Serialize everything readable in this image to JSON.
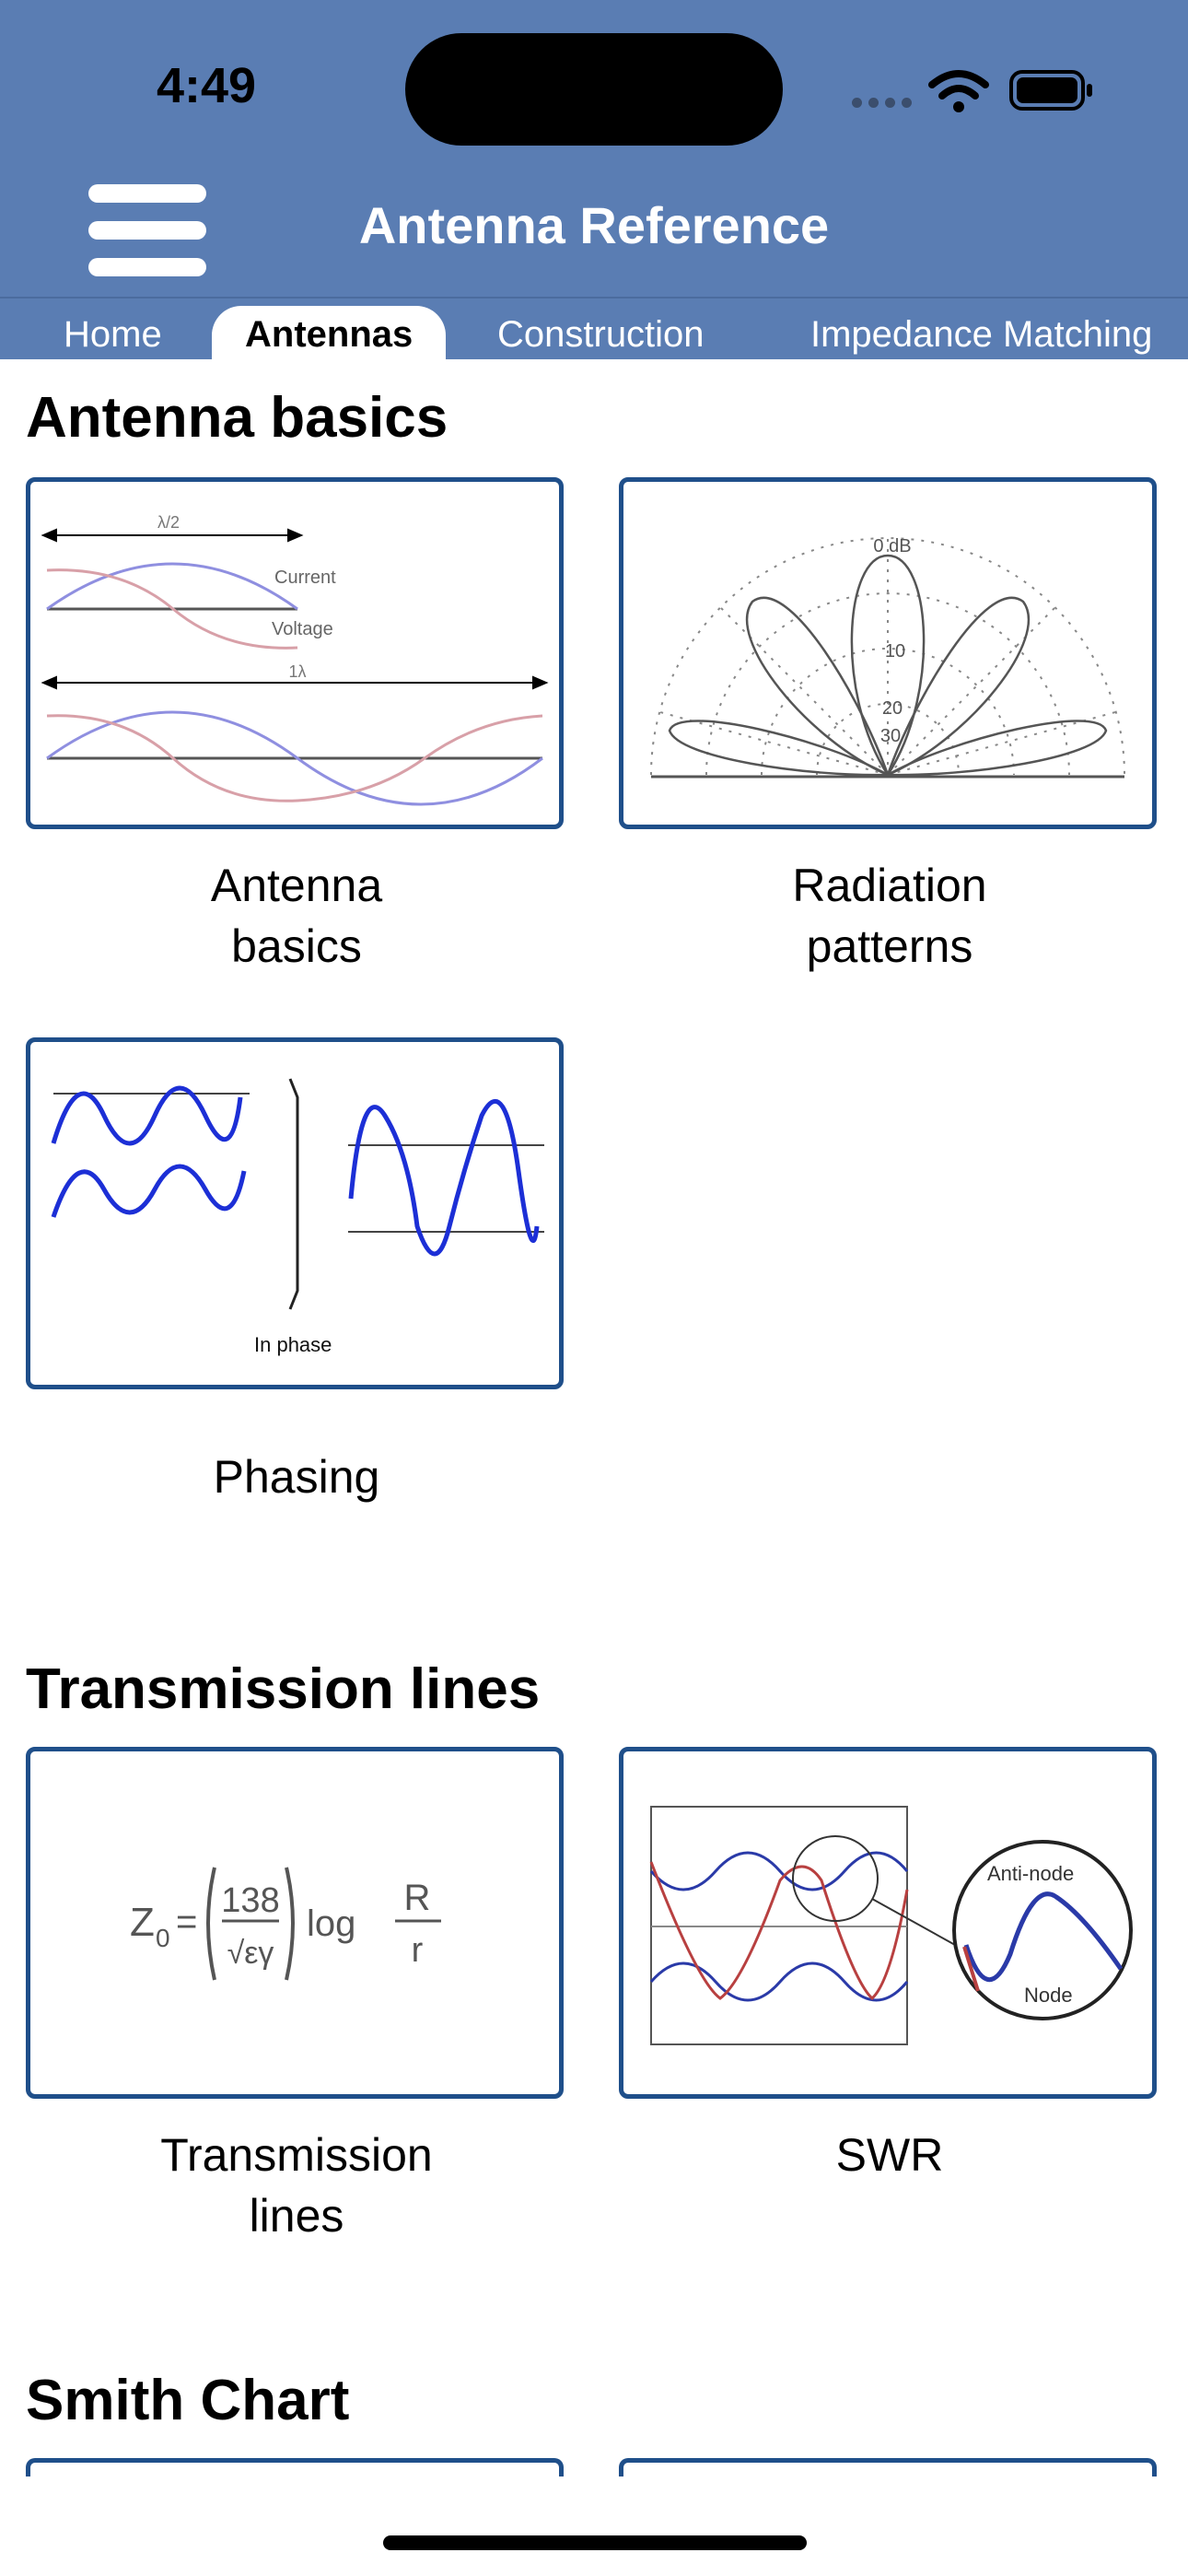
{
  "status_bar": {
    "time": "4:49"
  },
  "header": {
    "title": "Antenna Reference"
  },
  "tabs": [
    {
      "label": "Home",
      "active": false
    },
    {
      "label": "Antennas",
      "active": true
    },
    {
      "label": "Construction",
      "active": false
    },
    {
      "label": "Impedance Matching",
      "active": false
    }
  ],
  "sections": [
    {
      "title": "Antenna basics",
      "items": [
        {
          "caption_line1": "Antenna",
          "caption_line2": "basics",
          "image_labels": {
            "half_wave": "λ/2",
            "current": "Current",
            "voltage": "Voltage",
            "one_wave": "1λ"
          }
        },
        {
          "caption_line1": "Radiation",
          "caption_line2": "patterns",
          "image_labels": {
            "db0": "0 dB",
            "db10": "10",
            "db20": "20",
            "db30": "30"
          }
        },
        {
          "caption_line1": "Phasing",
          "caption_line2": "",
          "image_labels": {
            "in_phase": "In phase"
          }
        }
      ]
    },
    {
      "title": "Transmission lines",
      "items": [
        {
          "caption_line1": "Transmission",
          "caption_line2": "lines",
          "image_labels": {
            "formula_z": "Z",
            "formula_sub": "0",
            "formula_num": "138",
            "formula_den": "√εγ",
            "formula_log": "log",
            "formula_r_upper": "R",
            "formula_r_lower": "r"
          }
        },
        {
          "caption_line1": "SWR",
          "caption_line2": "",
          "image_labels": {
            "anti_node": "Anti-node",
            "node": "Node"
          }
        }
      ]
    },
    {
      "title": "Smith Chart",
      "items": []
    }
  ]
}
